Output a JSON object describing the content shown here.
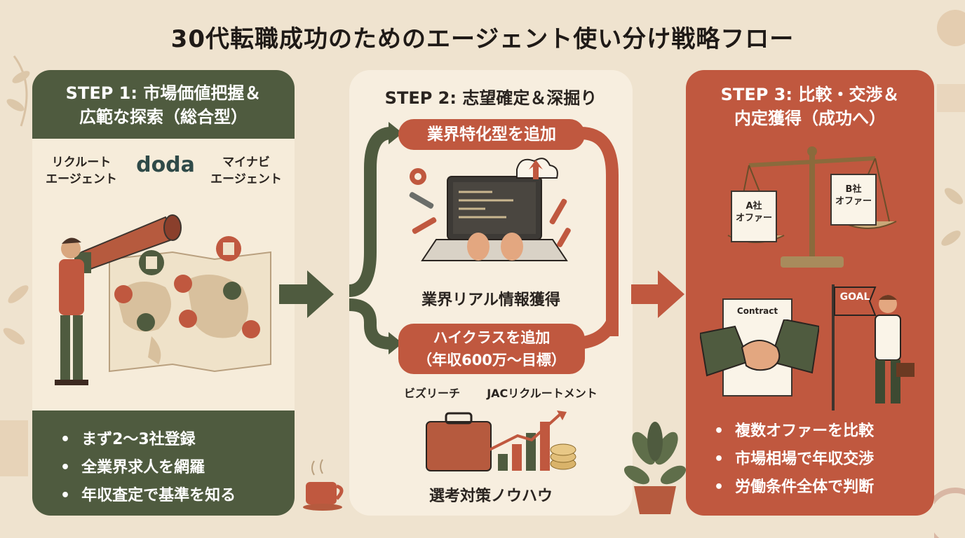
{
  "title": "30代転職成功のためのエージェント使い分け戦略フロー",
  "step1": {
    "heading_line1": "STEP 1: 市場価値把握＆",
    "heading_line2": "広範な探索（総合型）",
    "agents": [
      {
        "line1": "リクルート",
        "line2": "エージェント"
      },
      {
        "logo": "doda"
      },
      {
        "line1": "マイナビ",
        "line2": "エージェント"
      }
    ],
    "bullets": [
      "まず2〜3社登録",
      "全業界求人を網羅",
      "年収査定で基準を知る"
    ]
  },
  "step2": {
    "heading": "STEP 2: 志望確定＆深掘り",
    "pill_top": "業界特化型を追加",
    "label_middle": "業界リアル情報獲得",
    "pill_bottom_line1": "ハイクラスを追加",
    "pill_bottom_line2": "（年収600万〜目標）",
    "agent_left": "ビズリーチ",
    "agent_right": "JACリクルートメント",
    "label_bottom": "選考対策ノウハウ"
  },
  "step3": {
    "heading_line1": "STEP 3: 比較・交渉＆",
    "heading_line2": "内定獲得（成功へ）",
    "offer_a_line1": "A社",
    "offer_a_line2": "オファー",
    "offer_b_line1": "B社",
    "offer_b_line2": "オファー",
    "contract": "Contract",
    "goal": "GOAL",
    "bullets": [
      "複数オファーを比較",
      "市場相場で年収交渉",
      "労働条件全体で判断"
    ]
  },
  "colors": {
    "background": "#efe3cf",
    "green": "#4f5b3f",
    "terracotta": "#c0583f",
    "cream": "#f6ecda"
  }
}
